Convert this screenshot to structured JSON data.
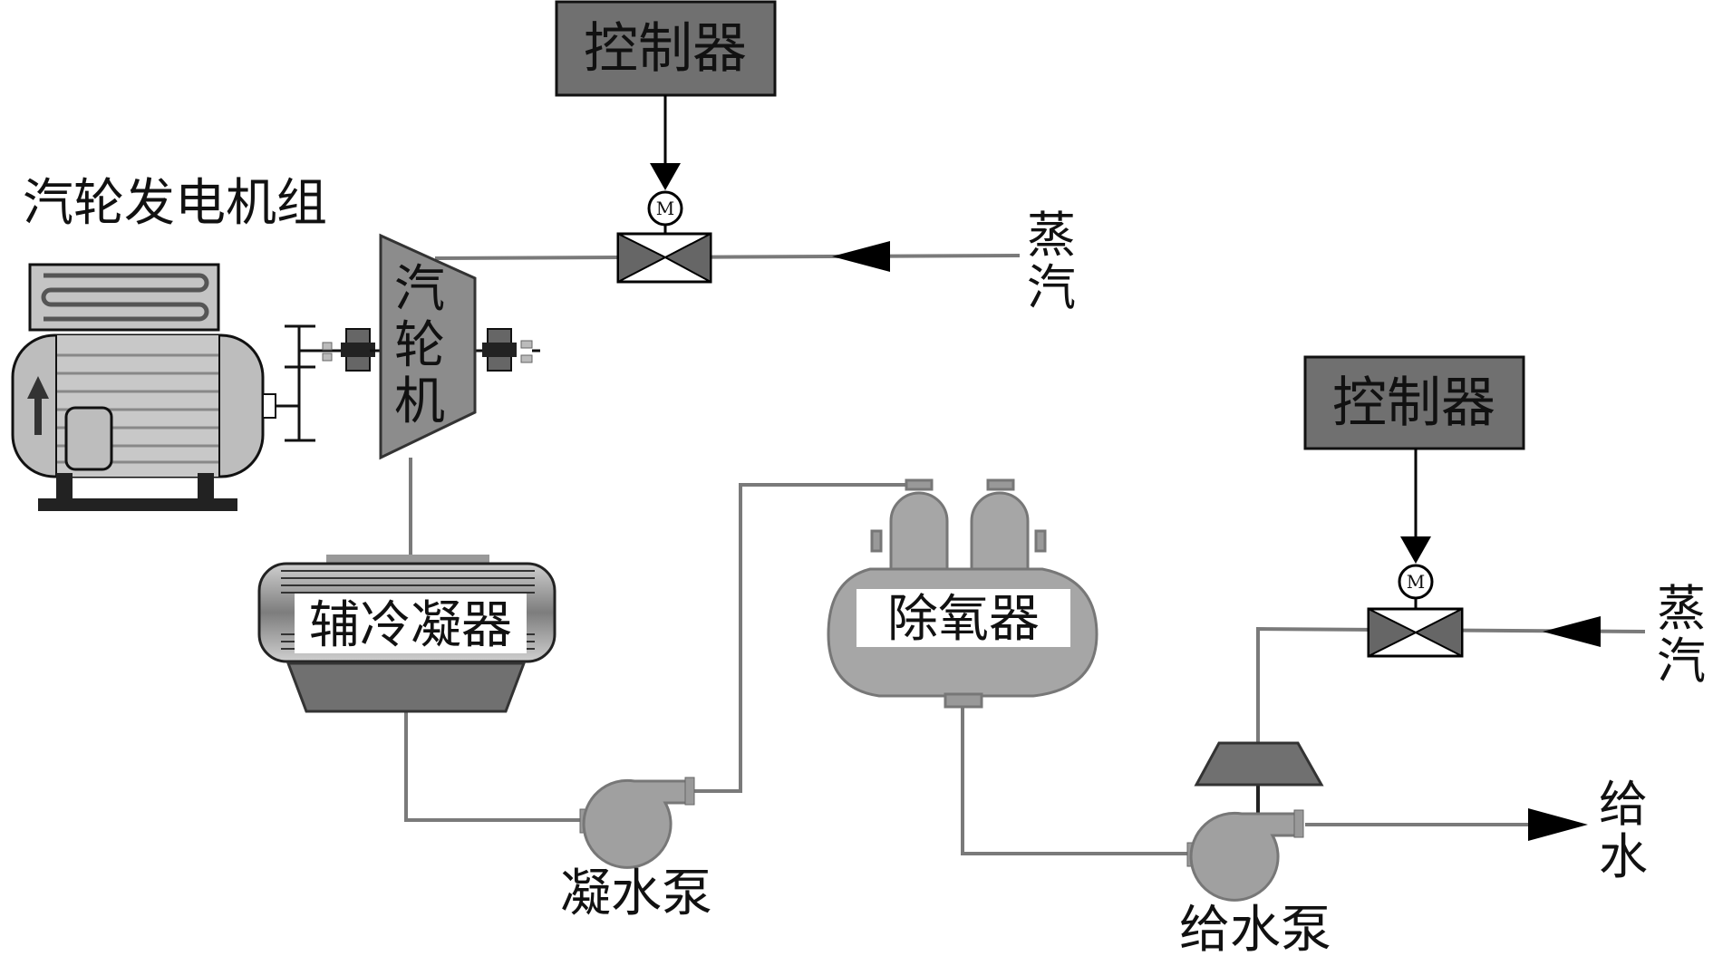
{
  "labels": {
    "turbogenerator_set": "汽轮发电机组",
    "turbine": [
      "汽",
      "轮",
      "机"
    ],
    "controller_top": "控制器",
    "controller_right": "控制器",
    "steam_top": [
      "蒸",
      "汽"
    ],
    "steam_right": [
      "蒸",
      "汽"
    ],
    "aux_condenser": "辅冷凝器",
    "deaerator": "除氧器",
    "condensate_pump": "凝水泵",
    "feedwater_pump": "给水泵",
    "feedwater_out": [
      "给",
      "水"
    ],
    "motor_symbol_top": "M",
    "motor_symbol_right": "M"
  },
  "colors": {
    "line": "#7a7a7a",
    "dark_box": "#707070",
    "equipment_gray": "#a6a6a6",
    "arrow": "#000000"
  }
}
